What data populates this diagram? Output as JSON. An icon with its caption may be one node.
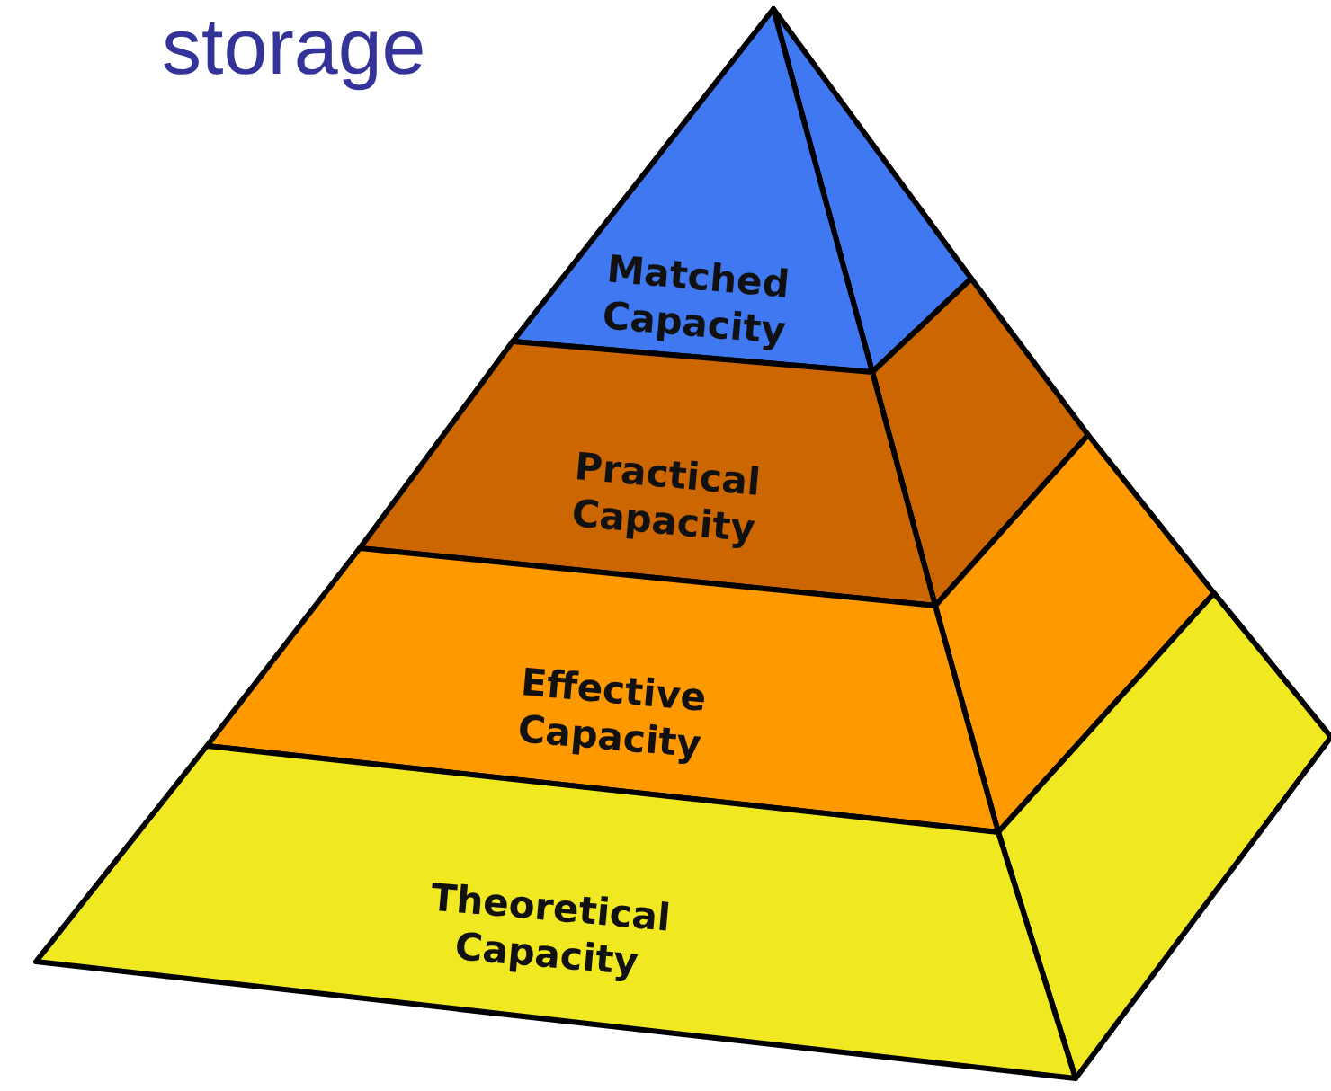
{
  "diagram": {
    "title": "storage",
    "nodes": [
      {
        "text": [
          "Matched Capacity"
        ]
      },
      {
        "text": [
          "Practical Capacity"
        ]
      },
      {
        "text": [
          "Effective Capacity"
        ]
      },
      {
        "text": [
          "Theoretical Capacity"
        ]
      }
    ]
  }
}
